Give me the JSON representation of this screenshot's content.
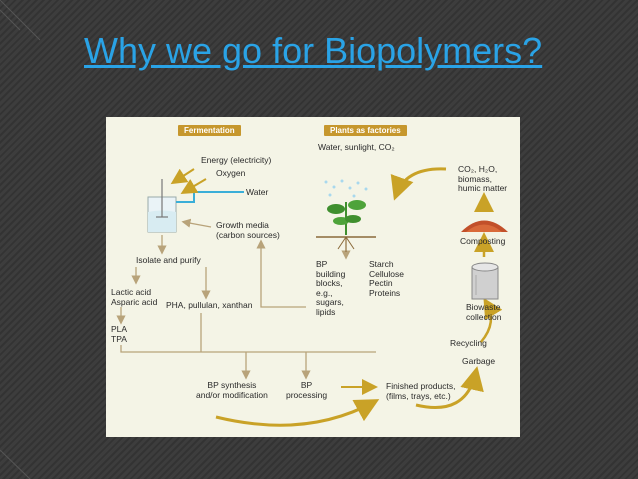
{
  "slide": {
    "title": "Why we go for Biopolymers?"
  },
  "figure": {
    "headers": {
      "fermentation": "Fermentation",
      "plants": "Plants as factories"
    },
    "labels": {
      "energy": "Energy (electricity)",
      "oxygen": "Oxygen",
      "water": "Water",
      "growth_media": "Growth media\n(carbon sources)",
      "isolate": "Isolate and purify",
      "acids": "Lactic acid\nAsparic acid",
      "pla_tpa": "PLA\nTPA",
      "pha": "PHA, pullulan, xanthan",
      "bp_synthesis": "BP synthesis\nand/or modification",
      "bp_processing": "BP\nprocessing",
      "water_sun": "Water, sunlight, CO₂",
      "co2_cycle": "CO₂, H₂O,\nbiomass,\nhumic matter",
      "composting": "Composting",
      "bp_blocks": "BP\nbuilding\nblocks,\ne.g.,\nsugars,\nlipids",
      "starch": "Starch\nCellulose\nPectin\nProteins",
      "biowaste": "Biowaste\ncollection",
      "recycling": "Recycling",
      "garbage": "Garbage",
      "finished": "Finished products,\n(films, trays, etc.)"
    },
    "colors": {
      "arrow": "#c9a227",
      "line": "#b8a37a",
      "water_pipe": "#3aaed8",
      "plant": "#3f8f2e",
      "compost": "#c2502a",
      "header_bg": "#c6972d"
    }
  }
}
